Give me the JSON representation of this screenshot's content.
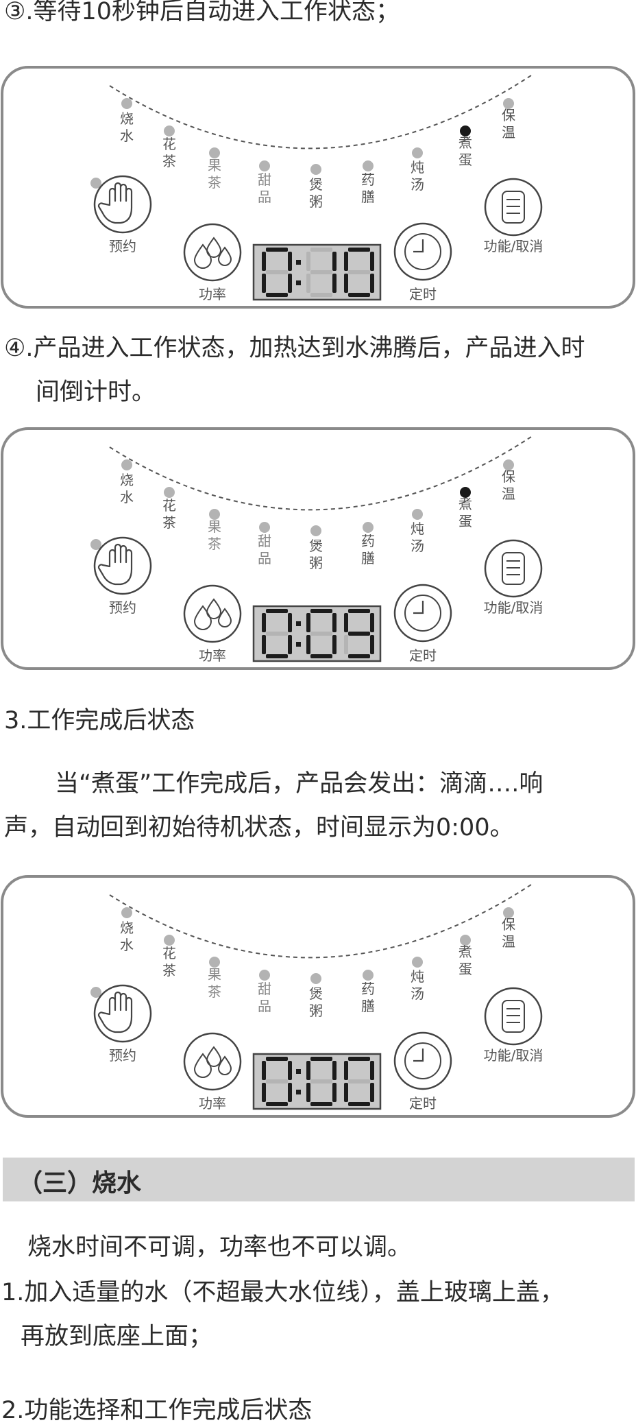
{
  "steps": {
    "step3": "③.等待10秒钟后自动进入工作状态；",
    "step4_line1": "④.产品进入工作状态，加热达到水沸腾后，产品进入时",
    "step4_line2": "间倒计时。",
    "after_title": "3.工作完成后状态",
    "after_line1": "当“煮蛋”工作完成后，产品会发出：滴滴….响",
    "after_line2": "声，自动回到初始待机状态，时间显示为0:00。",
    "section_title": "（三）烧水",
    "boil_line1": "烧水时间不可调，功率也不可以调。",
    "boil_step1_line1": "1.加入适量的水（不超最大水位线），盖上玻璃上盖，",
    "boil_step1_line2": "再放到底座上面；",
    "boil_step2": "2.功能选择和工作完成后状态"
  },
  "panel": {
    "functions": [
      "烧水",
      "花茶",
      "果茶",
      "甜品",
      "煲粥",
      "药膳",
      "炖汤",
      "煮蛋",
      "保温"
    ],
    "buttons": {
      "reserve": "预约",
      "power": "功率",
      "timer": "定时",
      "function_cancel": "功能/取消"
    }
  },
  "panels": [
    {
      "display": "0:10",
      "active_function": "煮蛋"
    },
    {
      "display": "0:09",
      "active_function": "煮蛋"
    },
    {
      "display": "0:00",
      "active_function": ""
    }
  ],
  "colors": {
    "panel_border": "#8a8a8a",
    "indicator_off": "#b3b3b3",
    "indicator_on": "#1a1a1a",
    "lcd_bg": "#c8c8c8",
    "section_bar": "#d3d3d3"
  }
}
